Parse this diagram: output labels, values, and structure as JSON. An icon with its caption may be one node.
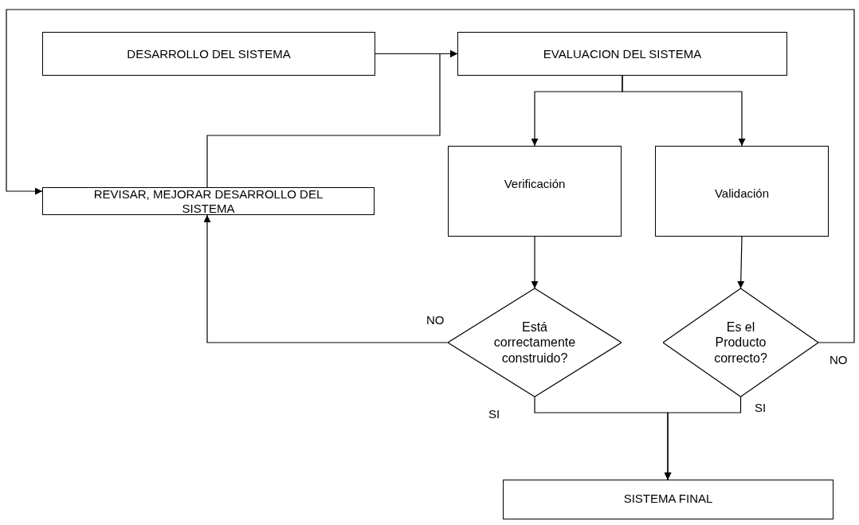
{
  "diagram": {
    "nodes": [
      {
        "text": [
          "DESARROLLO DEL SISTEMA"
        ]
      },
      {
        "text": [
          "EVALUACION DEL SISTEMA"
        ]
      },
      {
        "text": [
          "REVISAR, MEJORAR DESARROLLO DEL SISTEMA"
        ]
      },
      {
        "text": [
          "Verificación"
        ]
      },
      {
        "text": [
          "Validación"
        ]
      },
      {
        "text": [
          "Está correctamente construido?"
        ]
      },
      {
        "text": [
          "Es el Producto correcto?"
        ]
      },
      {
        "text": [
          "SISTEMA FINAL"
        ]
      }
    ],
    "edges": [
      {
        "from": 0,
        "to": 1,
        "arrow": "to"
      },
      {
        "from": 2,
        "to": 1,
        "arrow": "to"
      },
      {
        "from": 1,
        "to": 3,
        "arrow": "to"
      },
      {
        "from": 1,
        "to": 4,
        "arrow": "to"
      },
      {
        "from": 3,
        "to": 5,
        "arrow": "to"
      },
      {
        "from": 4,
        "to": 6,
        "arrow": "to"
      },
      {
        "from": 5,
        "to": 2,
        "arrow": "to",
        "label": "NO"
      },
      {
        "from": 6,
        "to": 2,
        "arrow": "to",
        "label": "NO"
      },
      {
        "from": 5,
        "to": 7,
        "arrow": "to",
        "label": "SI"
      },
      {
        "from": 6,
        "to": 7,
        "arrow": "to",
        "label": "SI"
      }
    ]
  }
}
